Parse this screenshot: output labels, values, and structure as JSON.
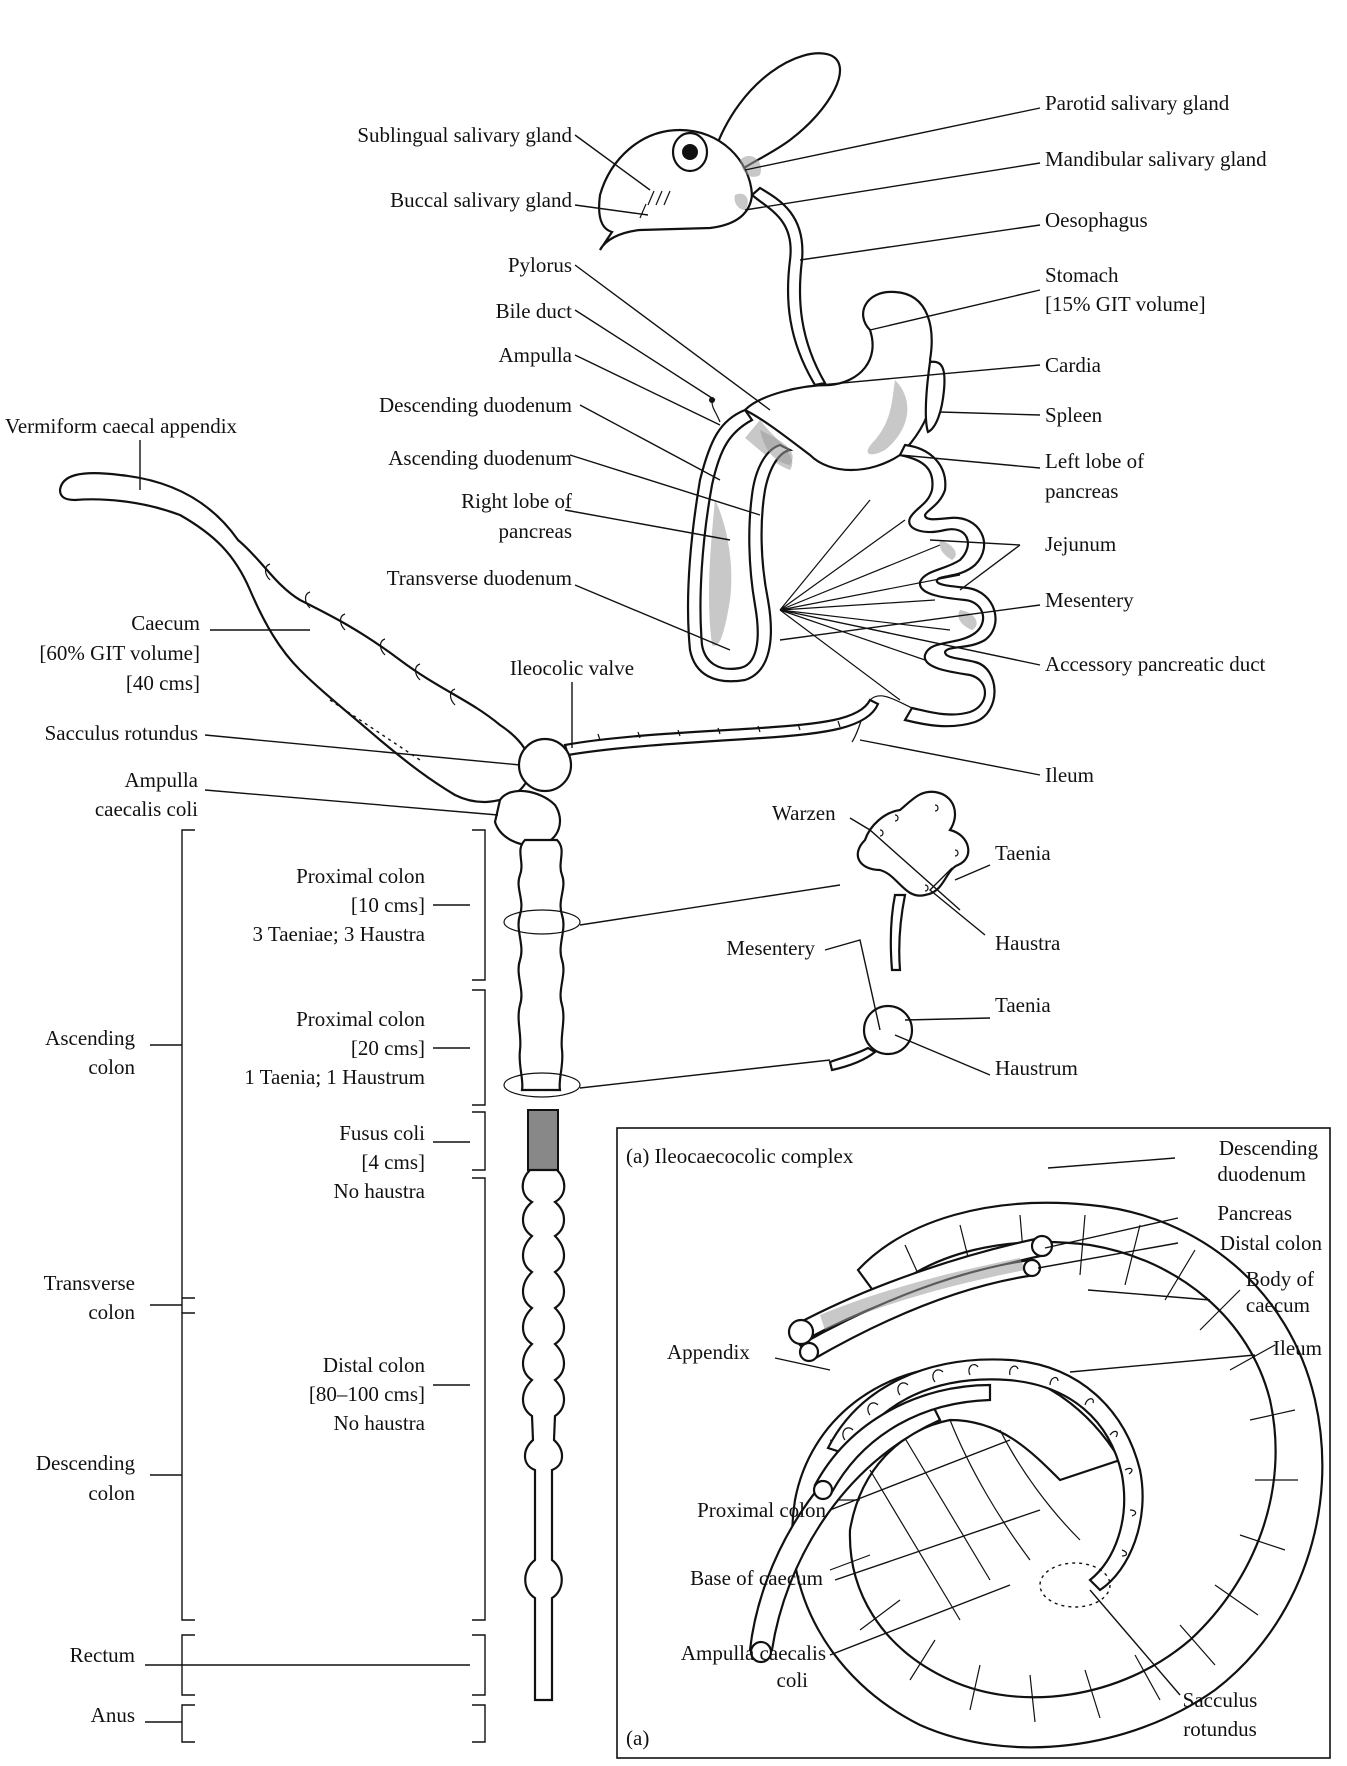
{
  "labels": {
    "parotid": "Parotid salivary gland",
    "sublingual": "Sublingual salivary gland",
    "mandibular": "Mandibular salivary gland",
    "buccal": "Buccal salivary gland",
    "oesophagus": "Oesophagus",
    "pylorus": "Pylorus",
    "stomach": "Stomach",
    "stomach_volume": "[15% GIT volume]",
    "bile_duct": "Bile duct",
    "ampulla": "Ampulla",
    "cardia": "Cardia",
    "descending_duodenum": "Descending duodenum",
    "spleen": "Spleen",
    "vermiform": "Vermiform caecal appendix",
    "ascending_duodenum": "Ascending duodenum",
    "left_lobe_1": "Left lobe of",
    "left_lobe_2": "pancreas",
    "right_lobe_1": "Right lobe of",
    "right_lobe_2": "pancreas",
    "jejunum": "Jejunum",
    "transverse_duodenum": "Transverse duodenum",
    "mesentery": "Mesentery",
    "caecum": "Caecum",
    "caecum_volume": "[60% GIT volume]",
    "caecum_length": "[40 cms]",
    "accessory_duct": "Accessory pancreatic duct",
    "ileocolic_valve": "Ileocolic valve",
    "sacculus_rotundus": "Sacculus rotundus",
    "ileum": "Ileum",
    "ampulla_caecalis_1": "Ampulla",
    "ampulla_caecalis_2": "caecalis coli",
    "warzen": "Warzen",
    "taenia_1": "Taenia",
    "proximal_colon_1": "Proximal colon",
    "proximal_colon_1_len": "[10 cms]",
    "proximal_colon_1_desc": "3 Taeniae; 3 Haustra",
    "haustra": "Haustra",
    "mesentery_2": "Mesentery",
    "taenia_2": "Taenia",
    "ascending_colon_1": "Ascending",
    "ascending_colon_2": "colon",
    "proximal_colon_2": "Proximal colon",
    "proximal_colon_2_len": "[20 cms]",
    "proximal_colon_2_desc": "1 Taenia; 1 Haustrum",
    "haustrum": "Haustrum",
    "fusus_coli": "Fusus coli",
    "fusus_coli_len": "[4 cms]",
    "fusus_coli_desc": "No haustra",
    "transverse_colon_1": "Transverse",
    "transverse_colon_2": "colon",
    "distal_colon": "Distal colon",
    "distal_colon_len": "[80–100 cms]",
    "distal_colon_desc": "No haustra",
    "descending_colon_1": "Descending",
    "descending_colon_2": "colon",
    "rectum": "Rectum",
    "anus": "Anus"
  },
  "inset": {
    "title": "(a) Ileocaecocolic complex",
    "corner": "(a)",
    "descending_duodenum_1": "Descending",
    "descending_duodenum_2": "duodenum",
    "pancreas": "Pancreas",
    "distal_colon": "Distal colon",
    "body_caecum_1": "Body of",
    "body_caecum_2": "caecum",
    "appendix": "Appendix",
    "ileum": "Ileum",
    "proximal_colon": "Proximal colon",
    "base_caecum": "Base of caecum",
    "ampulla_1": "Ampulla caecalis",
    "ampulla_2": "coli",
    "sacculus_1": "Sacculus",
    "sacculus_2": "rotundus"
  }
}
